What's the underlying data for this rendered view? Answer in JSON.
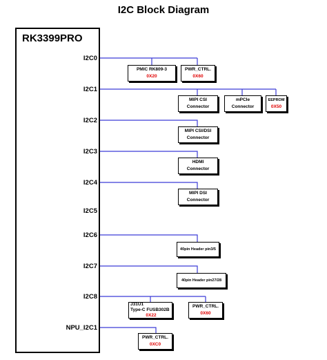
{
  "title": "I2C Block Diagram",
  "soc": "RK3399PRO",
  "ports": {
    "i2c0": "I2C0",
    "i2c1": "I2C1",
    "i2c2": "I2C2",
    "i2c3": "I2C3",
    "i2c4": "I2C4",
    "i2c5": "I2C5",
    "i2c6": "I2C6",
    "i2c7": "I2C7",
    "i2c8": "I2C8",
    "npu_i2c1": "NPU_I2C1"
  },
  "devices": {
    "pmic": {
      "line1": "PMIC RK809-3",
      "addr": "0X20"
    },
    "pwr0": {
      "line1": "PWR_CTRL.",
      "addr": "0X60"
    },
    "mipi_csi": {
      "line1": "MIPI CSI",
      "line2": "Connector"
    },
    "mpcie": {
      "line1": "mPCIe",
      "line2": "Connector"
    },
    "eeprom": {
      "line1": "EEPROM",
      "addr": "0X50"
    },
    "mipi_csi_dsi": {
      "line1": "MIPI CSI/DSI",
      "line2": "Connector"
    },
    "hdmi": {
      "line1": "HDMI",
      "line2": "Connector"
    },
    "mipi_dsi": {
      "line1": "MIPI DSI",
      "line2": "Connector"
    },
    "hdr35": {
      "line1": "40pin Header pin3/5"
    },
    "hdr2728": {
      "line1": "40pin Header pin27/28"
    },
    "fusb": {
      "line1": "J31U1",
      "line2": "Type-C FUSB302B",
      "addr": "0X22"
    },
    "pwr8": {
      "line1": "PWR_CTRL.",
      "addr": "0X60"
    },
    "pwr_npu": {
      "line1": "PWR_CTRL.",
      "addr": "0XC0"
    }
  },
  "colors": {
    "wire": "#3b3bd6",
    "address": "#e00000",
    "border": "#000000"
  }
}
